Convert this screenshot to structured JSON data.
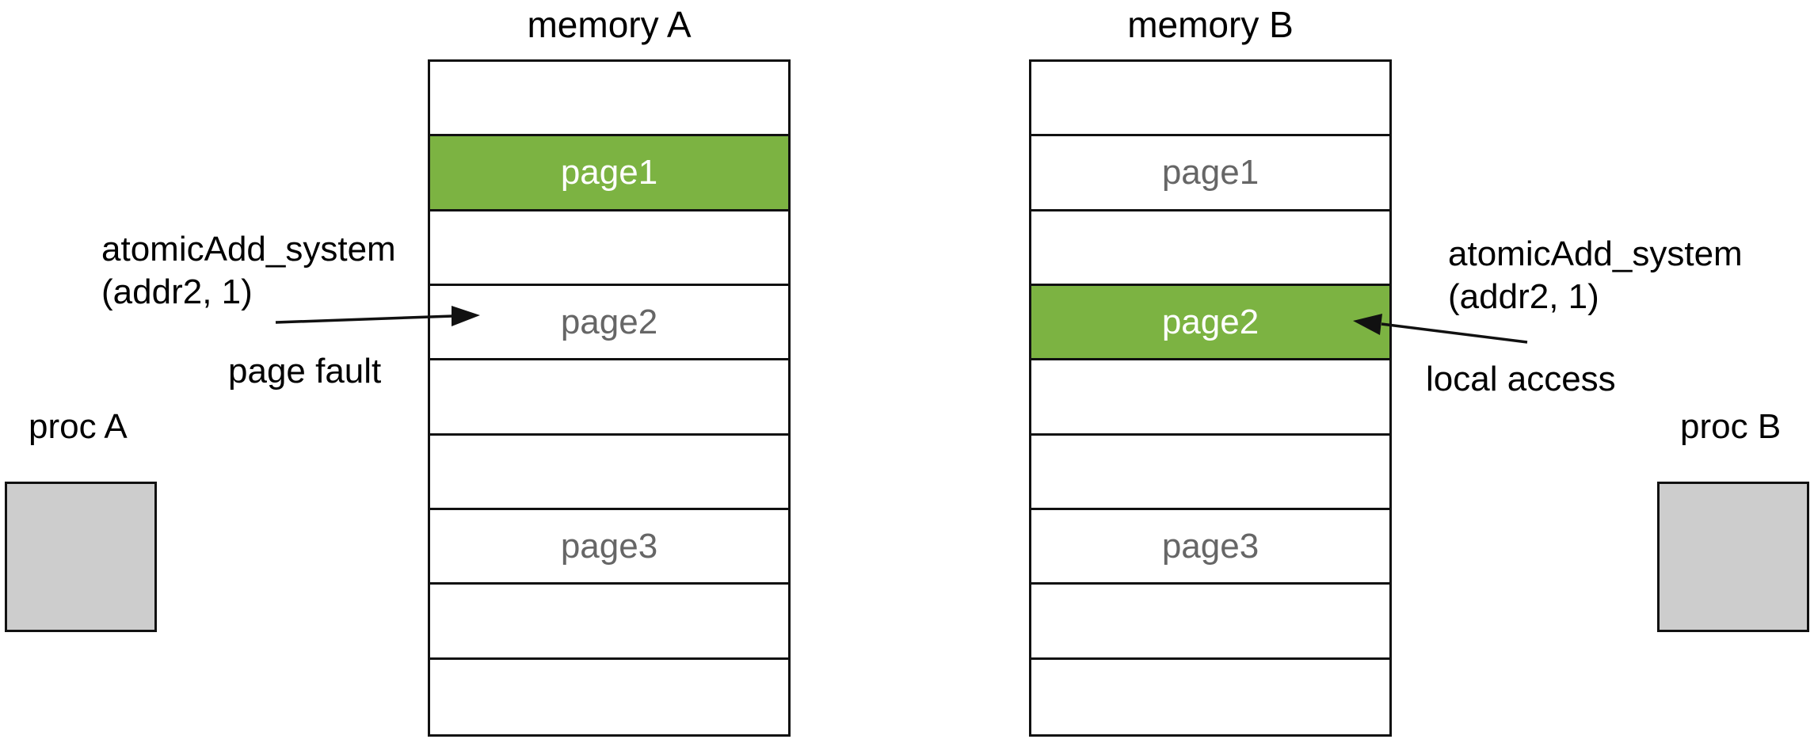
{
  "diagram": {
    "memory_a": {
      "title": "memory A",
      "rows": [
        {
          "label": "",
          "highlighted": false
        },
        {
          "label": "page1",
          "highlighted": true
        },
        {
          "label": "",
          "highlighted": false
        },
        {
          "label": "page2",
          "highlighted": false
        },
        {
          "label": "",
          "highlighted": false
        },
        {
          "label": "",
          "highlighted": false
        },
        {
          "label": "page3",
          "highlighted": false
        },
        {
          "label": "",
          "highlighted": false
        },
        {
          "label": "",
          "highlighted": false
        }
      ]
    },
    "memory_b": {
      "title": "memory B",
      "rows": [
        {
          "label": "",
          "highlighted": false
        },
        {
          "label": "page1",
          "highlighted": false
        },
        {
          "label": "",
          "highlighted": false
        },
        {
          "label": "page2",
          "highlighted": true
        },
        {
          "label": "",
          "highlighted": false
        },
        {
          "label": "",
          "highlighted": false
        },
        {
          "label": "page3",
          "highlighted": false
        },
        {
          "label": "",
          "highlighted": false
        },
        {
          "label": "",
          "highlighted": false
        }
      ]
    },
    "left_annotation": {
      "call_text": "atomicAdd_system\n(addr2, 1)",
      "arrow_label": "page fault"
    },
    "right_annotation": {
      "call_text": "atomicAdd_system\n(addr2, 1)",
      "arrow_label": "local access"
    },
    "proc_a": {
      "label": "proc A"
    },
    "proc_b": {
      "label": "proc B"
    },
    "colors": {
      "highlight_green": "#7CB342",
      "proc_box_gray": "#CDCDCD",
      "line_black": "#111111",
      "page_label_gray": "#666666"
    }
  }
}
